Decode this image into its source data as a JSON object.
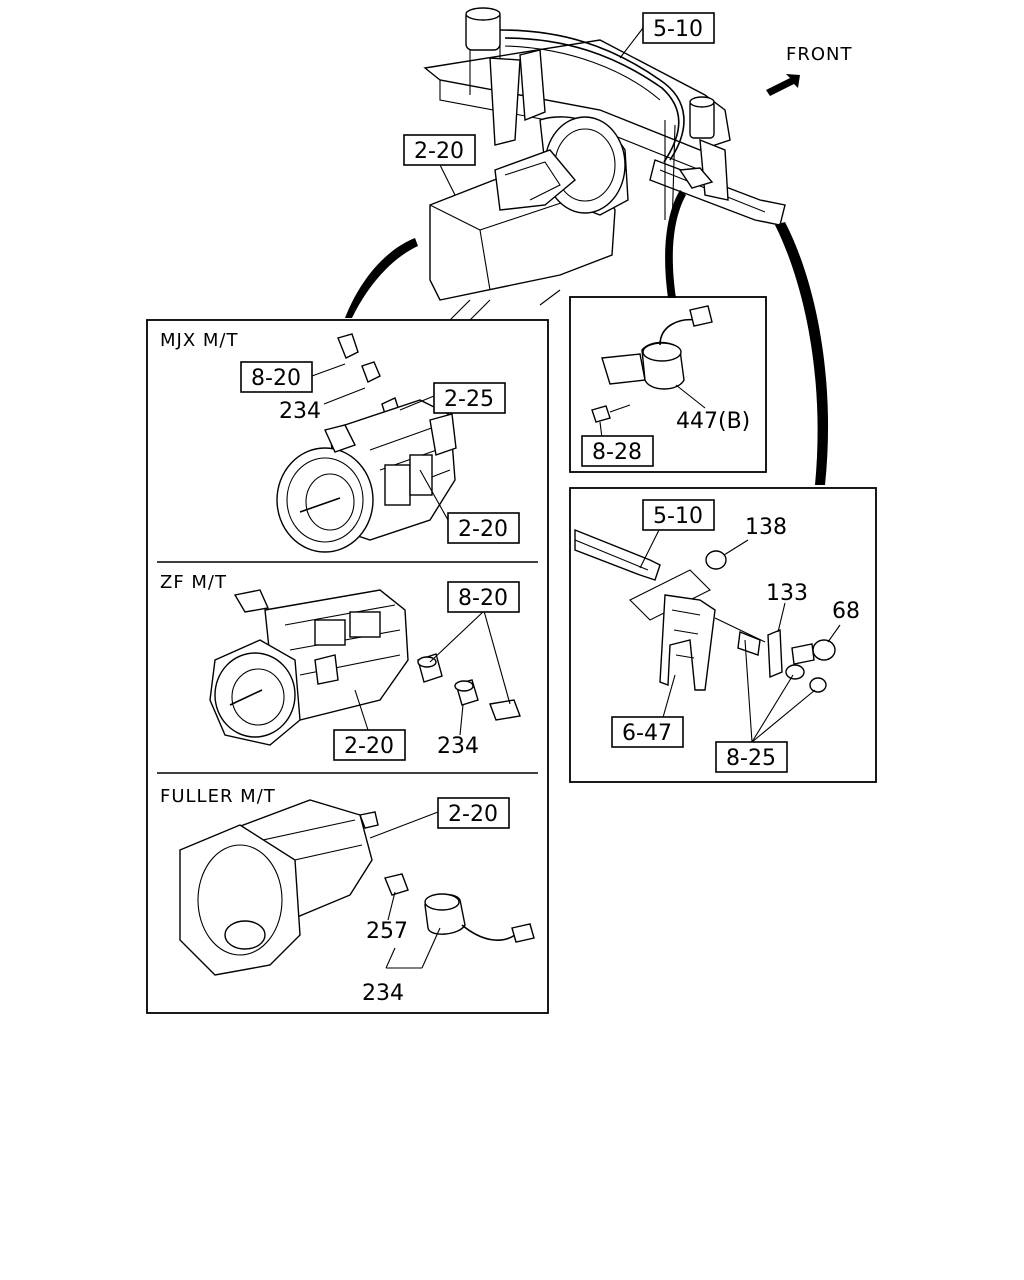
{
  "callouts": {
    "frame_group": "5-10",
    "front_label": "FRONT",
    "top_transmission": "2-20",
    "mjx_section": "MJX M/T",
    "mjx_sensor_group": "8-20",
    "mjx_plug": "2-25",
    "mjx_sensor": "234",
    "mjx_transmission": "2-20",
    "valve_part": "447(B)",
    "valve_bolt_group": "8-28",
    "bracket_frame_group": "5-10",
    "nut": "138",
    "plate": "133",
    "bolt": "68",
    "bracket_group": "6-47",
    "fastener_group": "8-25",
    "zf_section": "ZF M/T",
    "zf_sensor_group": "8-20",
    "zf_sensor": "234",
    "zf_transmission": "2-20",
    "fuller_section": "FULLER M/T",
    "fuller_transmission": "2-20",
    "fuller_adapter": "257",
    "fuller_sensor": "234"
  },
  "icons": {
    "front_arrow": "front-arrow-icon"
  }
}
